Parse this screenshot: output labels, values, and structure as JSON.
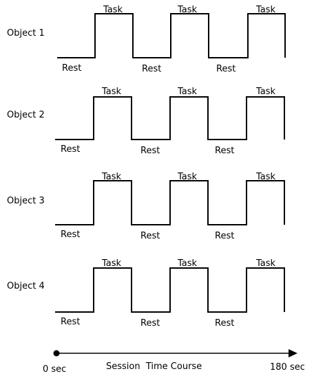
{
  "rows": [
    {
      "object_label": "Object 1",
      "task_label": "Task",
      "rest_label": "Rest"
    },
    {
      "object_label": "Object 2",
      "task_label": "Task",
      "rest_label": "Rest"
    },
    {
      "object_label": "Object 3",
      "task_label": "Task",
      "rest_label": "Rest"
    },
    {
      "object_label": "Object 4",
      "task_label": "Task",
      "rest_label": "Rest"
    }
  ],
  "timeline": {
    "start_label": "0 sec",
    "title": "Session  Time Course",
    "end_label": "180 sec"
  }
}
